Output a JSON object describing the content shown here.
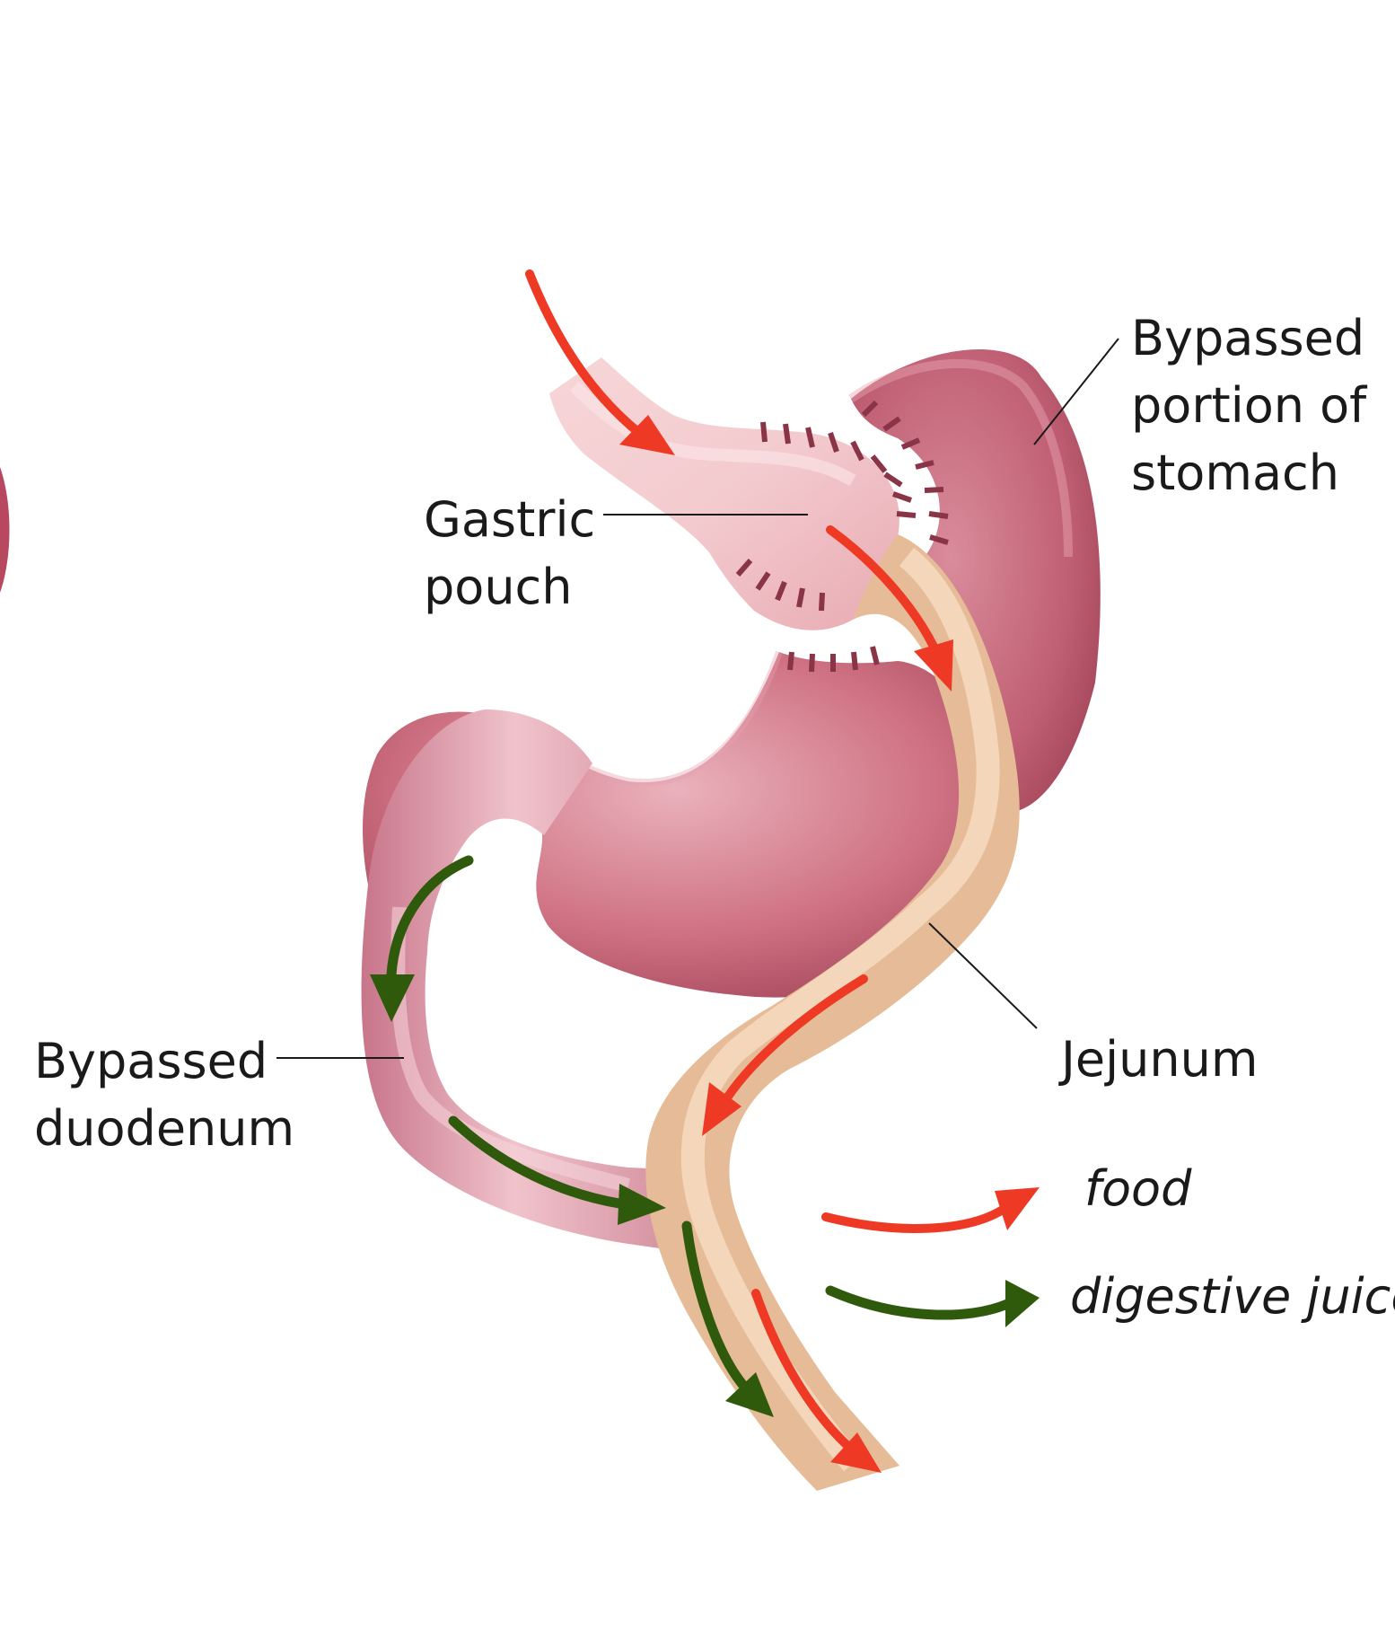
{
  "labels": {
    "bypassed_stomach": [
      "Bypassed",
      "portion of",
      "stomach"
    ],
    "gastric_pouch": [
      "Gastric",
      "pouch"
    ],
    "bypassed_duodenum": [
      "Bypassed",
      "duodenum"
    ],
    "jejunum": "Jejunum"
  },
  "legend": {
    "food": "food",
    "digestive_juice": "digestive juice"
  },
  "colors": {
    "food_arrow": "#ee3a24",
    "digestive_juice_arrow": "#2f5a0c",
    "stomach": "#c45d74",
    "stomach_highlight": "#e89fad",
    "pouch": "#f2c2c5",
    "jejunum": "#e9c3a3",
    "duodenum": "#d9909f",
    "staple": "#8a3447"
  }
}
